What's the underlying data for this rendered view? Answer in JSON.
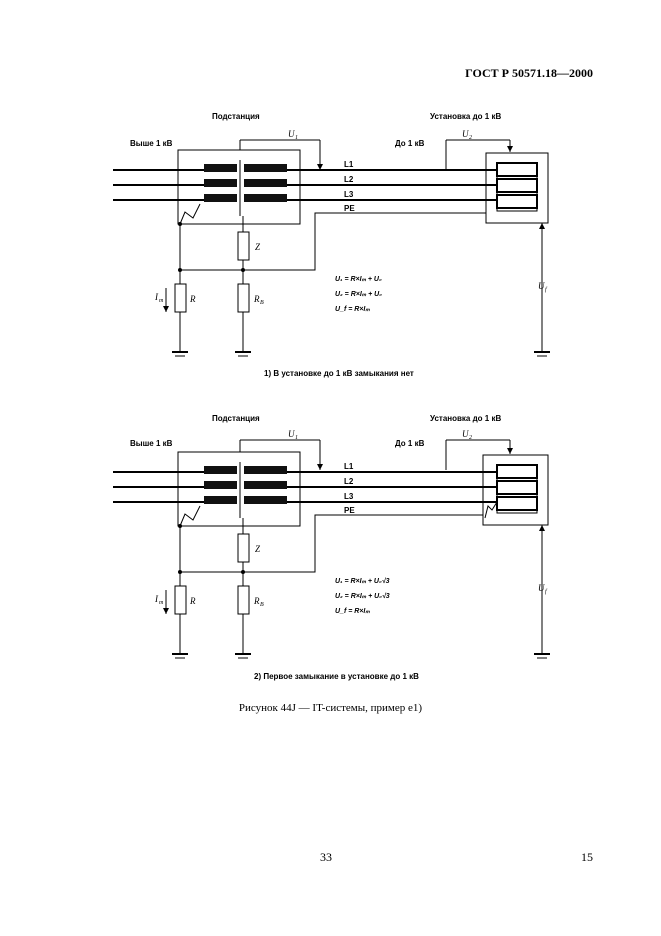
{
  "header": {
    "doc_id": "ГОСТ Р 50571.18—2000"
  },
  "labels": {
    "substation": "Подстанция",
    "installation": "Установка до 1 кВ",
    "above_1kv": "Выше 1 кВ",
    "up_to_1kv": "До 1 кВ",
    "u1": "U",
    "u1_sub": "1",
    "u2": "U",
    "u2_sub": "2",
    "uf": "U",
    "uf_sub": "f",
    "L1": "L1",
    "L2": "L2",
    "L3": "L3",
    "PE": "PE",
    "Z": "Z",
    "R": "R",
    "RB": "R",
    "RB_sub": "B",
    "Im": "I",
    "Im_sub": "m"
  },
  "diagram1": {
    "formulas": [
      "U₁ = R×Iₘ + U₀",
      "U₂ = R×Iₘ + U₀",
      "U_f = R×Iₘ"
    ],
    "caption": "1) В установке до 1 кВ замыкания нет"
  },
  "diagram2": {
    "formulas": [
      "U₁ = R×Iₘ + U₀√3",
      "U₂ = R×Iₘ + U₀√3",
      "U_f = R×Iₘ"
    ],
    "caption": "2) Первое замыкание в установке до 1 кВ"
  },
  "figure_caption": "Рисунок 44J — IT-системы, пример е1)",
  "page": {
    "center": "33",
    "right": "15"
  }
}
